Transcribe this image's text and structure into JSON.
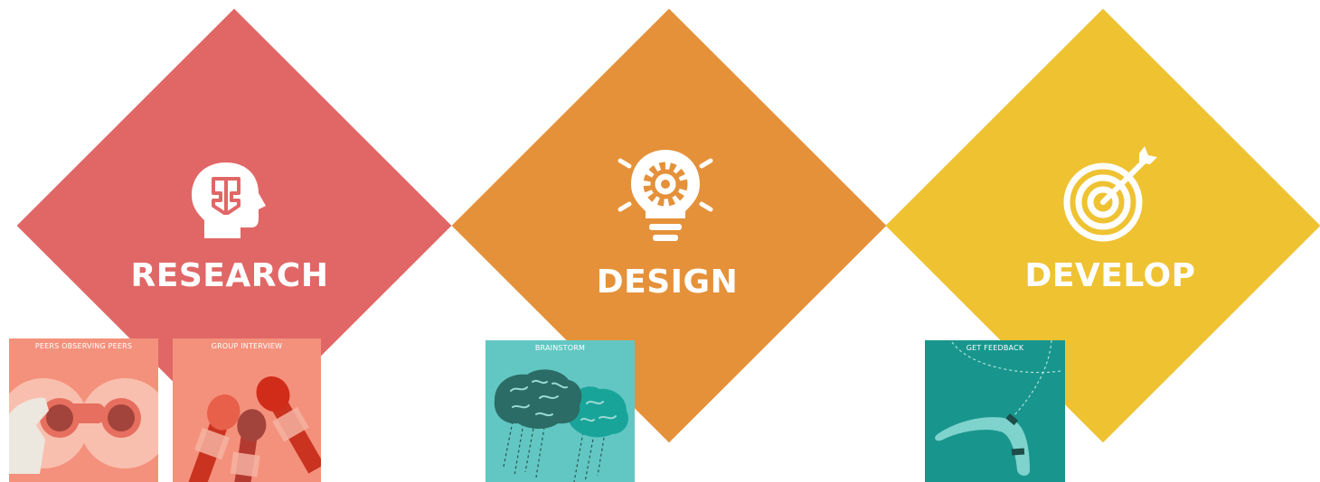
{
  "stages": [
    {
      "label": "RESEARCH",
      "color": "#E06766",
      "icon": "head-brain-icon"
    },
    {
      "label": "DESIGN",
      "color": "#E5913A",
      "icon": "lightbulb-gear-icon"
    },
    {
      "label": "DEVELOP",
      "color": "#EFC232",
      "icon": "target-arrow-icon"
    }
  ],
  "cards": [
    {
      "title": "PEERS OBSERVING PEERS",
      "icon": "binoculars-icon",
      "color": "#F4917C"
    },
    {
      "title": "GROUP INTERVIEW",
      "icon": "microphones-icon",
      "color": "#F4917C"
    },
    {
      "title": "BRAINSTORM",
      "icon": "raining-brains-icon",
      "color": "#62C7C3"
    },
    {
      "title": "GET FEEDBACK",
      "icon": "boomerang-icon",
      "color": "#18968D"
    }
  ]
}
